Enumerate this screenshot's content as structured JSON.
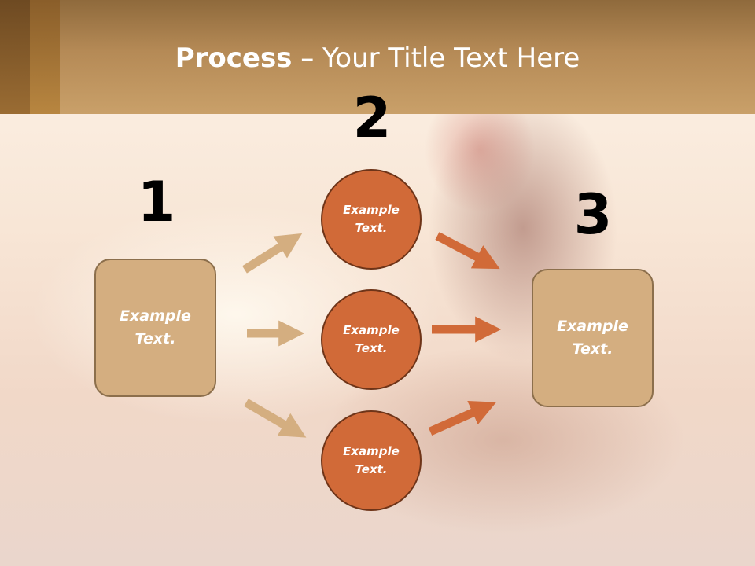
{
  "title": {
    "bold": "Process",
    "rest": " – Your Title Text Here"
  },
  "steps": [
    {
      "number": "1",
      "text": "Example Text."
    },
    {
      "number": "2",
      "items": [
        "Example Text.",
        "Example Text.",
        "Example Text."
      ]
    },
    {
      "number": "3",
      "text": "Example Text."
    }
  ],
  "colors": {
    "header": "#b58a56",
    "box_fill": "#d4ae80",
    "circle_fill": "#d16a38",
    "arrow_tan": "#d4ae80",
    "arrow_orange": "#d16a38"
  }
}
